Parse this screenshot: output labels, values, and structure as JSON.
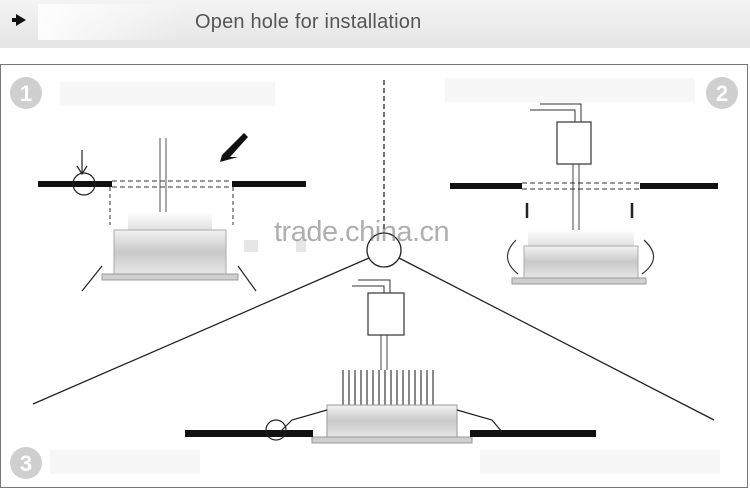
{
  "header": {
    "title": "Open hole for installation",
    "icon": "arrow-right-icon"
  },
  "steps": [
    {
      "number": "1"
    },
    {
      "number": "2"
    },
    {
      "number": "3"
    }
  ],
  "watermark": "trade.china.cn",
  "colors": {
    "ceiling": "#111111",
    "line": "#222222",
    "fixture": "#d8d8d8",
    "step_badge": "#cfcfcf"
  }
}
